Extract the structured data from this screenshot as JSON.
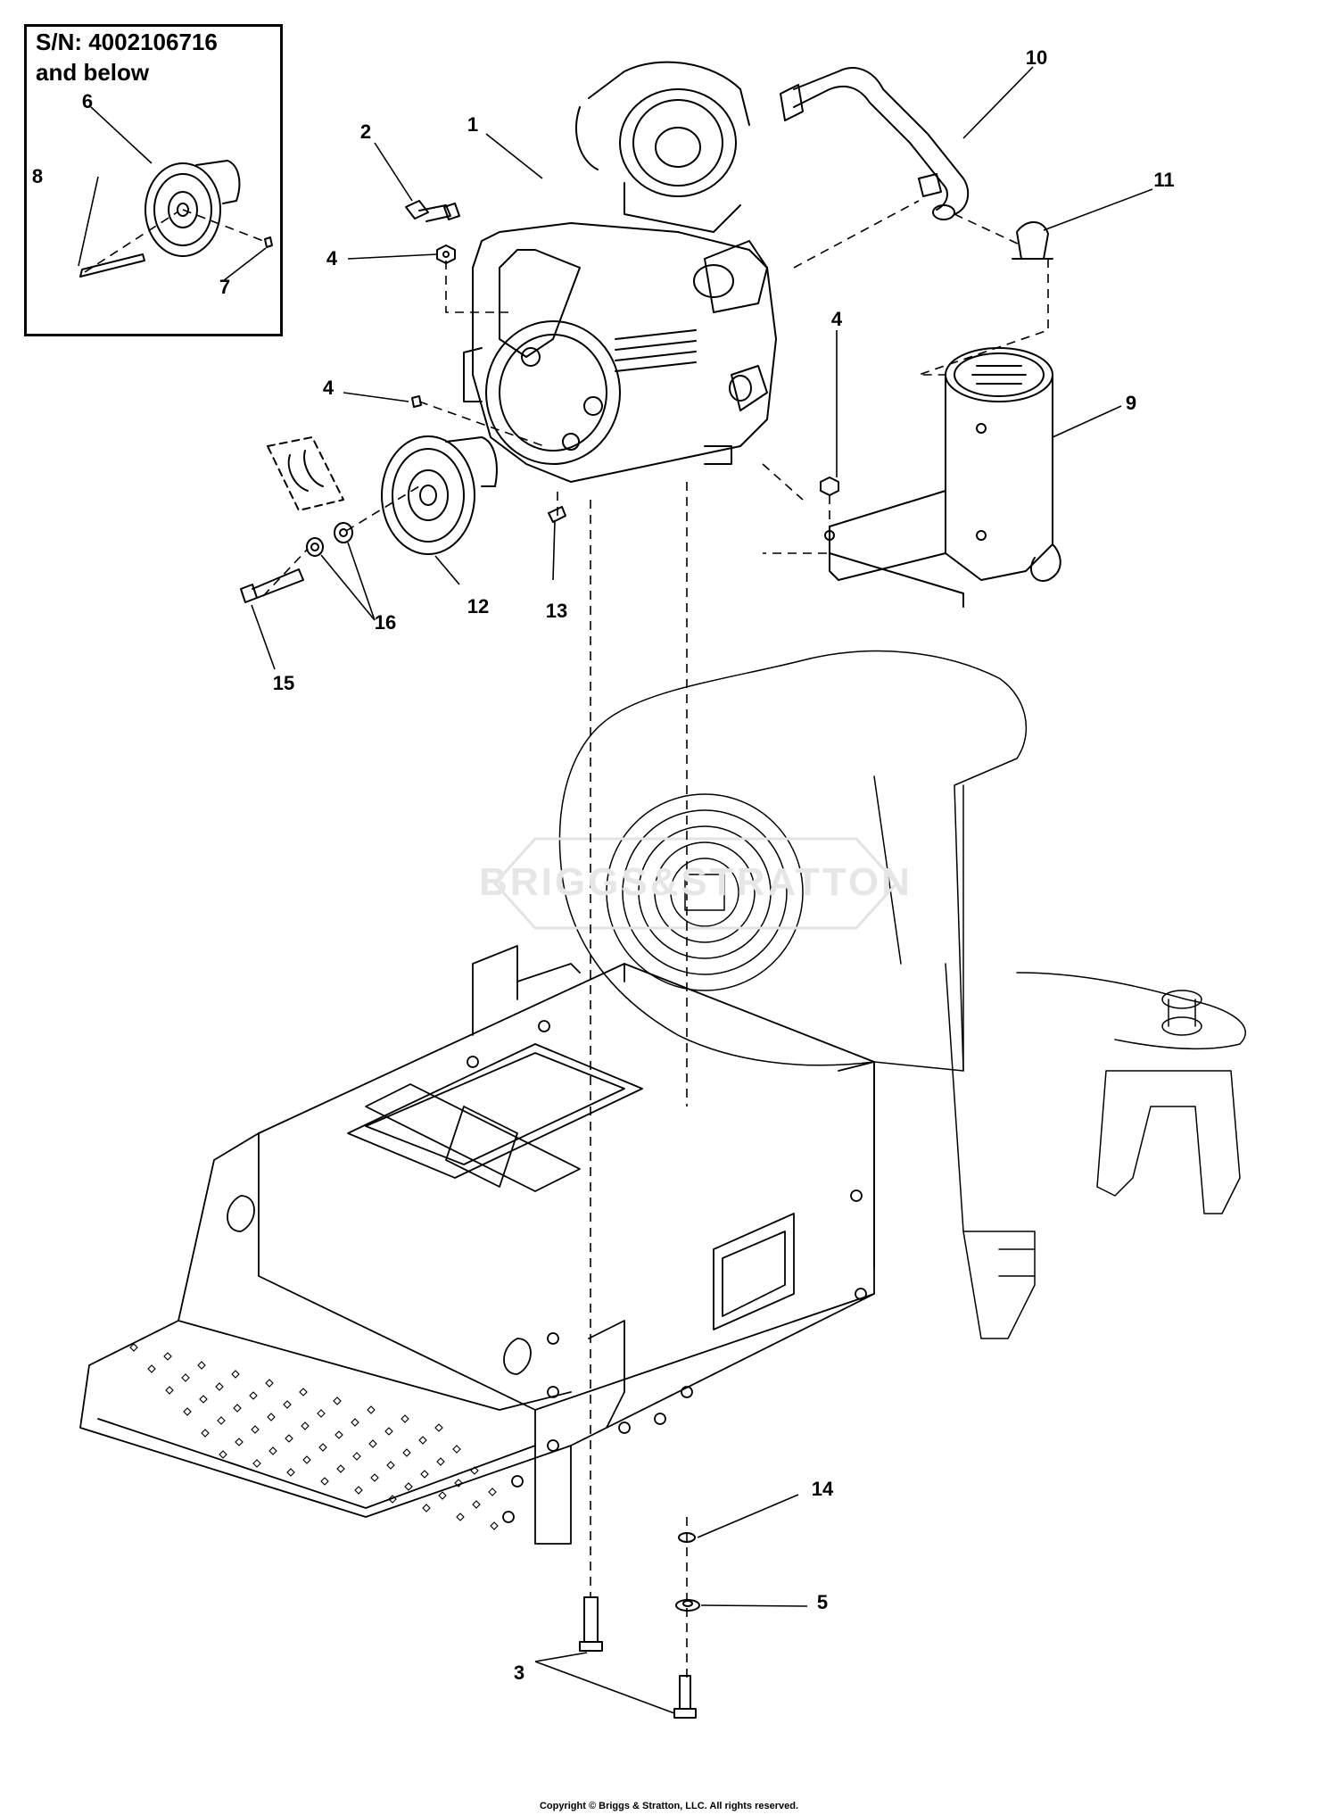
{
  "inset": {
    "title_line1": "S/N: 4002106716",
    "title_line2": "and below"
  },
  "watermark": "BRIGGS&STRATTON",
  "copyright": "Copyright © Briggs & Stratton, LLC. All rights reserved.",
  "callouts": {
    "c1": "1",
    "c2": "2",
    "c3": "3",
    "c4a": "4",
    "c4b": "4",
    "c4c": "4",
    "c5": "5",
    "c6": "6",
    "c7": "7",
    "c8": "8",
    "c9": "9",
    "c10": "10",
    "c11": "11",
    "c12": "12",
    "c13": "13",
    "c14": "14",
    "c15": "15",
    "c16": "16"
  },
  "colors": {
    "line": "#000000",
    "watermark": "#e6e6e6",
    "background": "#ffffff"
  }
}
